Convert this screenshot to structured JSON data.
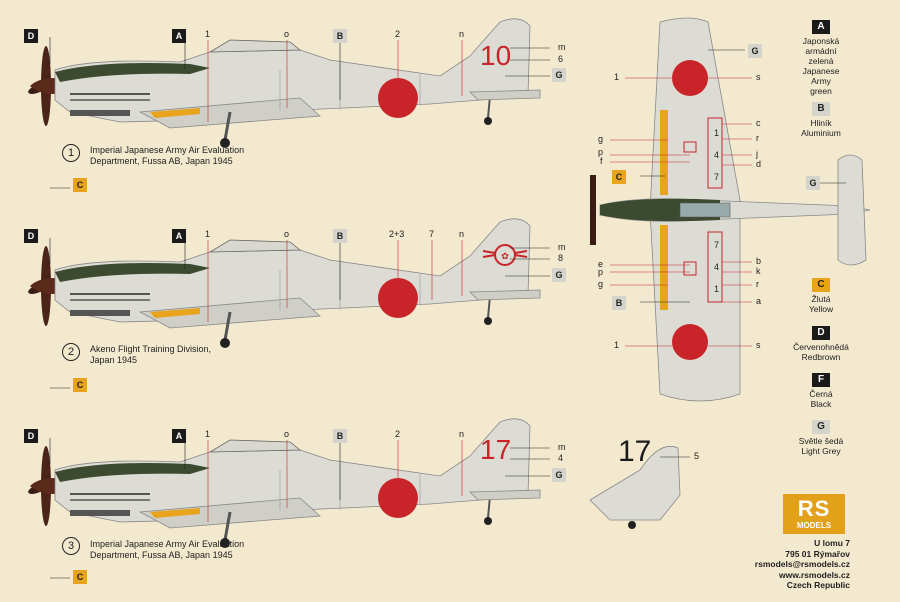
{
  "schemes": [
    {
      "number": "1",
      "caption_line1": "Imperial Japanese Army Air Evaluation",
      "caption_line2": "Department, Fussa AB, Japan 1945",
      "tail_code": "10",
      "tail_color": "#c8242a"
    },
    {
      "number": "2",
      "caption_line1": "Akeno Flight Training Division,",
      "caption_line2": "Japan 1945",
      "tail_code": "",
      "tail_color": "#c8242a"
    },
    {
      "number": "3",
      "caption_line1": "Imperial Japanese Army Air Evaluation",
      "caption_line2": "Department, Fussa AB, Japan 1945",
      "tail_code": "17",
      "tail_color": "#c8242a"
    }
  ],
  "alt_tail_code": "17",
  "callouts": {
    "row1": {
      "A": "A",
      "B": "B",
      "C": "C",
      "D": "D",
      "G": "G",
      "n1": "1",
      "no": "o",
      "n2": "2",
      "nn": "n",
      "nm": "m",
      "n6": "6"
    },
    "row2": {
      "A": "A",
      "B": "B",
      "C": "C",
      "D": "D",
      "G": "G",
      "n1": "1",
      "no": "o",
      "n23": "2+3",
      "n7": "7",
      "nn": "n",
      "nm": "m",
      "n8": "8"
    },
    "row3": {
      "A": "A",
      "B": "B",
      "C": "C",
      "D": "D",
      "G": "G",
      "n1": "1",
      "no": "o",
      "n2": "2",
      "nn": "n",
      "nm": "m",
      "n4": "4",
      "n5": "5"
    },
    "top": {
      "G1": "G",
      "G2": "G",
      "C": "C",
      "B": "B",
      "s1": "s",
      "one1": "1",
      "c": "c",
      "g1": "g",
      "r1": "r",
      "p1": "p",
      "f": "f",
      "j": "j",
      "d": "d",
      "e": "e",
      "b": "b",
      "k": "k",
      "p2": "p",
      "g2": "g",
      "r2": "r",
      "a": "a",
      "one2": "1",
      "s2": "s"
    },
    "stencils": [
      "1",
      "4",
      "7"
    ]
  },
  "legend": [
    {
      "letter": "A",
      "color": "#1a1a1a",
      "text_color": "#ffffff",
      "lines": [
        "Japonská",
        "armádní",
        "zelená",
        "Japanese",
        "Army",
        "green"
      ]
    },
    {
      "letter": "B",
      "color": "#d4d4cc",
      "text_color": "#222222",
      "lines": [
        "Hliník",
        "Aluminium"
      ]
    },
    {
      "letter": "C",
      "color": "#e8a41c",
      "text_color": "#222222",
      "lines": [
        "Žlutá",
        "Yellow"
      ]
    },
    {
      "letter": "D",
      "color": "#1a1a1a",
      "text_color": "#ffffff",
      "lines": [
        "Červenohnědá",
        "Redbrown"
      ]
    },
    {
      "letter": "F",
      "color": "#1a1a1a",
      "text_color": "#ffffff",
      "lines": [
        "Černá",
        "Black"
      ]
    },
    {
      "letter": "G",
      "color": "#d4d4cc",
      "text_color": "#222222",
      "lines": [
        "Světle šedá",
        "Light Grey"
      ]
    }
  ],
  "brand": {
    "rs": "RS",
    "models": "MODELS"
  },
  "address": [
    "U lomu 7",
    "795 01 Rýmařov",
    "rsmodels@rsmodels.cz",
    "www.rsmodels.cz",
    "Czech Republic"
  ],
  "colors": {
    "background": "#f3e9cf",
    "aluminium": "#dcdcd4",
    "hinomaru": "#c8242a",
    "army_green": "#3c4a30",
    "propeller": "#4a2418",
    "yellow": "#e8a41c"
  }
}
